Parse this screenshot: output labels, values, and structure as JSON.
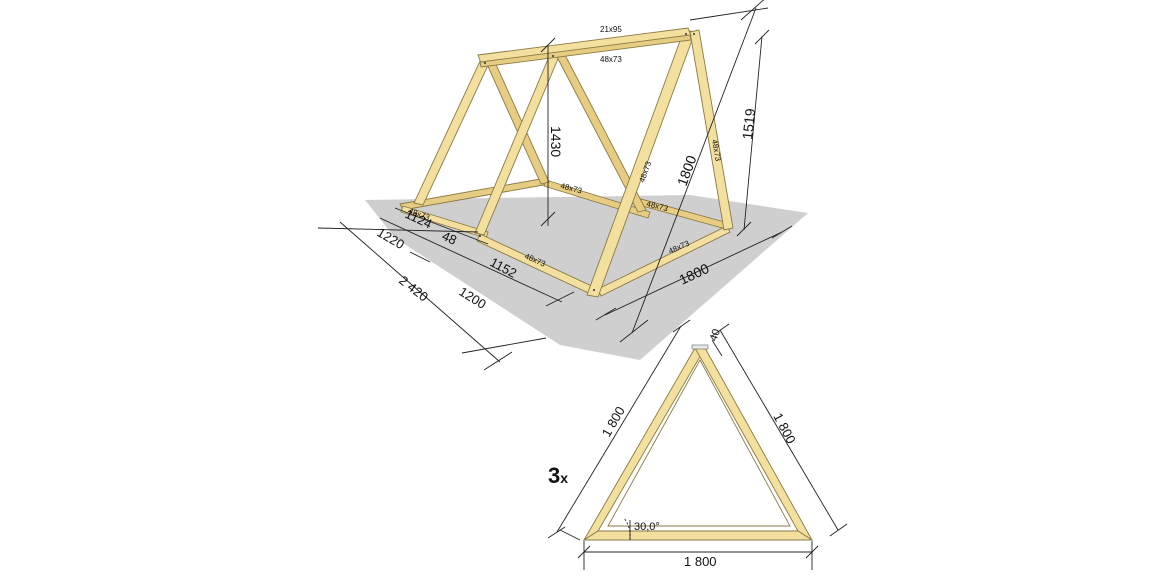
{
  "perspective": {
    "dims": {
      "d21x95": "21x95",
      "top48x73": "48x73",
      "h1430": "1430",
      "h1519": "1519",
      "len1800_diag": "1800",
      "len1800_base": "1800",
      "d1124": "1124",
      "d48": "48",
      "d1220": "1220",
      "d1152": "1152",
      "d2420": "2 420",
      "d1200": "1200"
    },
    "beam_labels": {
      "front_left_base": "48x73",
      "mid_cross": "48x73",
      "right_cross": "48x73",
      "front_base": "48x73",
      "right_base": "48x73",
      "right_leg_a": "48x73",
      "right_leg_b": "48x73"
    }
  },
  "triangle": {
    "multiplier": "3",
    "multiplier_suffix": "x",
    "left_side": "1 800",
    "right_side": "1 800",
    "base": "1 800",
    "top_offset": "40",
    "angle": "30,0°"
  }
}
